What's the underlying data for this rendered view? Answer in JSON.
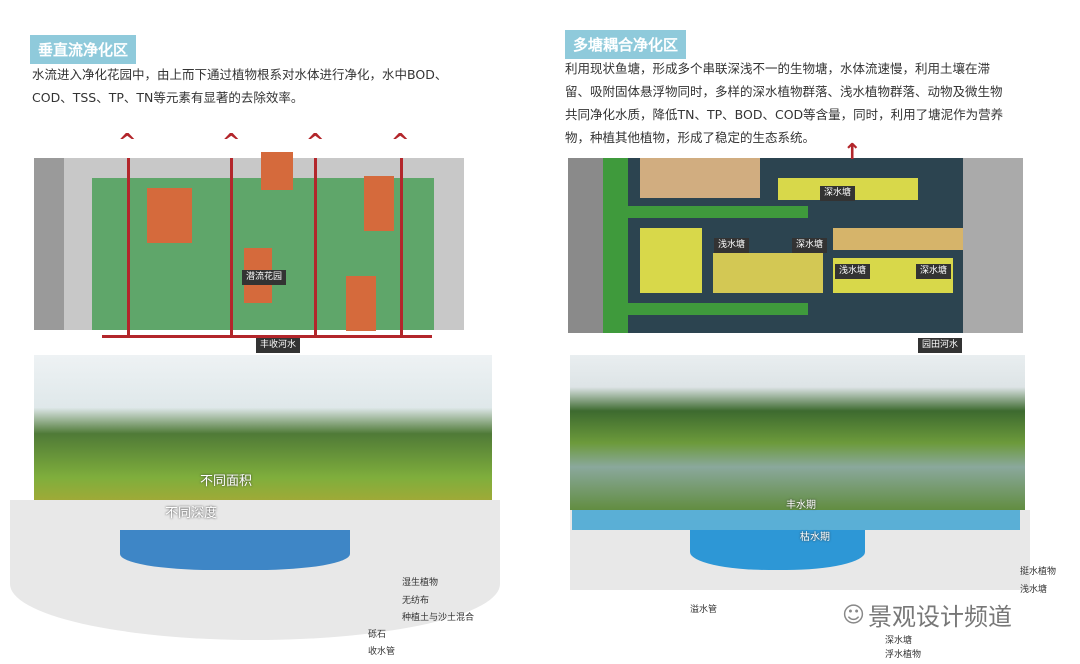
{
  "left": {
    "title": "垂直流净化区",
    "desc_lines": [
      "水流进入净化花园中，由上而下通过植物根系对水体进行净化，水中BOD、",
      "COD、TSS、TP、TN等元素有显著的去除效率。"
    ],
    "plan_labels": {
      "garden": "潜流花园",
      "river": "丰收河水"
    },
    "photo_labels": {
      "area": "不同面积",
      "depth": "不同深度"
    },
    "section_notes": [
      "湿生植物",
      "无纺布",
      "种植土与沙土混合",
      "砾石",
      "收水管"
    ]
  },
  "right": {
    "title": "多塘耦合净化区",
    "desc_lines": [
      "利用现状鱼塘，形成多个串联深浅不一的生物塘，水体流速慢，利用土壤在滞",
      "留、吸附固体悬浮物同时，多样的深水植物群落、浅水植物群落、动物及微生物",
      "共同净化水质，降低TN、TP、BOD、COD等含量，同时，利用了塘泥作为营养",
      "物，种植其他植物，形成了稳定的生态系统。"
    ],
    "plan_labels": [
      "深水塘",
      "浅水塘",
      "深水塘",
      "浅水塘",
      "深水塘"
    ],
    "river": "园田河水",
    "water_labels": {
      "high": "丰水期",
      "low": "枯水期"
    },
    "section_notes": [
      "溢水管",
      "深水塘",
      "浮水植物",
      "挺水植物",
      "浅水塘"
    ]
  },
  "watermark": "景观设计频道"
}
